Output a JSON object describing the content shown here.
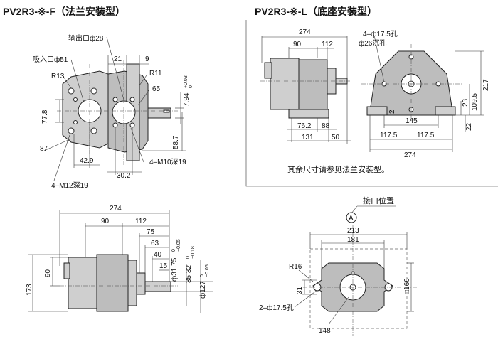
{
  "views": {
    "f_title": "PV2R3-※-F（法兰安装型）",
    "l_title": "PV2R3-※-L（底座安装型）",
    "l_note": "其余尺寸请参见法兰安装型。",
    "port_title": "接口位置",
    "port_symbol": "A"
  },
  "dims": {
    "f": {
      "outlet": "输出口ф28",
      "inlet": "吸入口ф51",
      "r13": "R13",
      "d21": "21",
      "d9": "9",
      "r11": "R11",
      "d65": "65",
      "tol_794": "7.94",
      "tol_794_up": "+0.03",
      "tol_794_lo": "0",
      "d778": "77.8",
      "d587": "58.7",
      "d87": "87",
      "d429": "42.9",
      "m10": "4–M10深19",
      "d302": "30.2",
      "m12": "4–M12深19"
    },
    "l": {
      "d274": "274",
      "d90": "90",
      "d112": "112",
      "hole175": "4–ф17.5孔",
      "cb26": "ф26沉孔",
      "d217": "217",
      "d1095": "109.5",
      "d23": "23",
      "d2": "2",
      "d22": "22",
      "d762": "76.2",
      "d88": "88",
      "d145": "145",
      "d131": "131",
      "d50": "50",
      "d1175a": "117.5",
      "d1175b": "117.5",
      "d274b": "274"
    },
    "s": {
      "d274": "274",
      "d90": "90",
      "d112": "112",
      "d75": "75",
      "d63": "63",
      "d40": "40",
      "d15": "15",
      "d3175": "ф31.75",
      "d3175_tol_up": "0",
      "d3175_tol_lo": "−0.05",
      "d3532": "35.32",
      "d3532_tol_up": "0",
      "d3532_tol_lo": "−0.18",
      "d127": "ф127",
      "d127_tol_up": "0",
      "d127_tol_lo": "−0.05",
      "d90v": "90",
      "d173": "173"
    },
    "p": {
      "d213": "213",
      "d181": "181",
      "r16": "R16",
      "d31": "31",
      "d166": "□166",
      "hole175": "2–ф17.5孔",
      "d148": "148"
    }
  }
}
